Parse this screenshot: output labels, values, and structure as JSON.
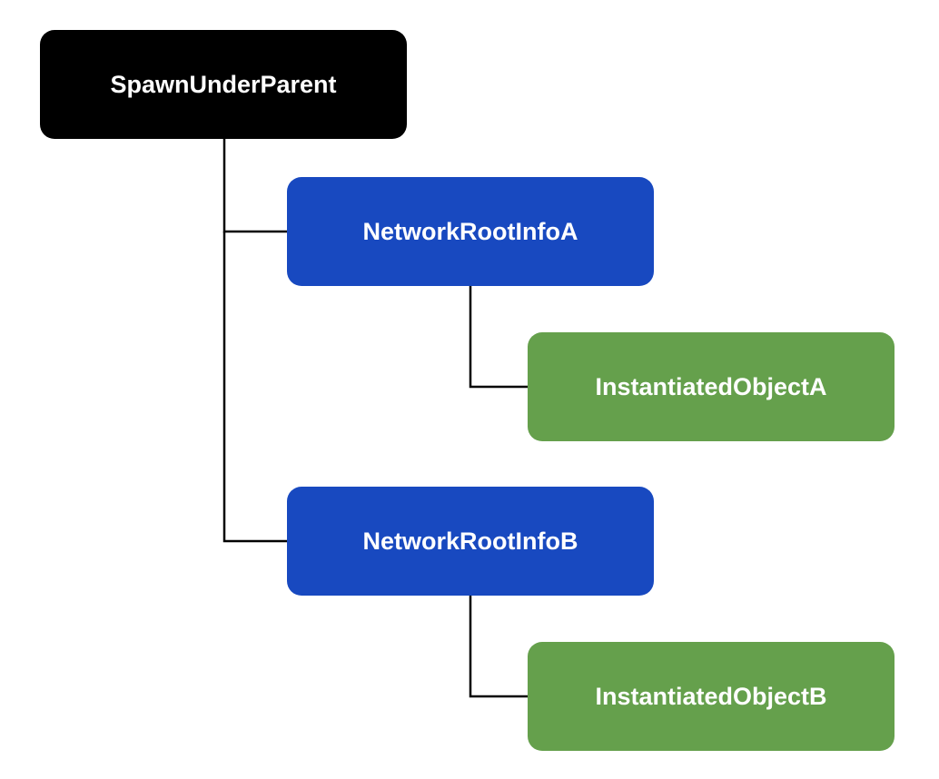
{
  "diagram": {
    "nodes": [
      {
        "id": "spawn-under-parent",
        "label": "SpawnUnderParent",
        "color": "#000000"
      },
      {
        "id": "network-root-info-a",
        "label": "NetworkRootInfoA",
        "color": "#1849C0"
      },
      {
        "id": "instantiated-object-a",
        "label": "InstantiatedObjectA",
        "color": "#65A04C"
      },
      {
        "id": "network-root-info-b",
        "label": "NetworkRootInfoB",
        "color": "#1849C0"
      },
      {
        "id": "instantiated-object-b",
        "label": "InstantiatedObjectB",
        "color": "#65A04C"
      }
    ],
    "edges": [
      {
        "from": "spawn-under-parent",
        "to": "network-root-info-a"
      },
      {
        "from": "spawn-under-parent",
        "to": "network-root-info-b"
      },
      {
        "from": "network-root-info-a",
        "to": "instantiated-object-a"
      },
      {
        "from": "network-root-info-b",
        "to": "instantiated-object-b"
      }
    ],
    "line_color": "#000000"
  }
}
